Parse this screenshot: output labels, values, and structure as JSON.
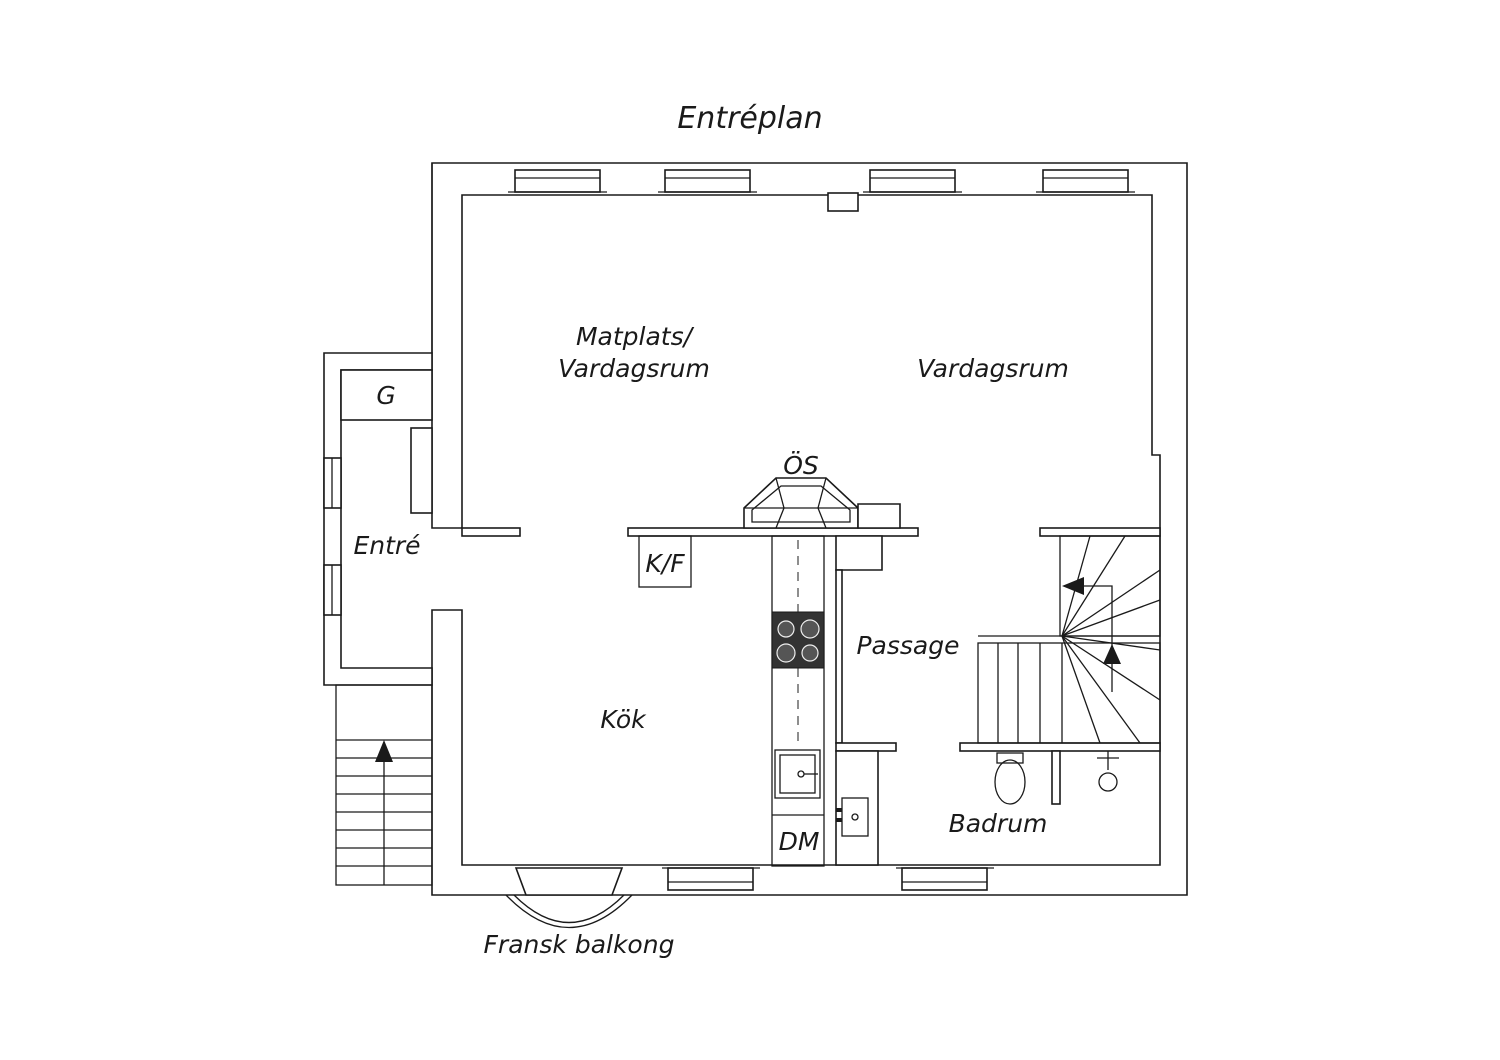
{
  "title": "Entréplan",
  "rooms": {
    "matplats_line1": "Matplats/",
    "matplats_line2": "Vardagsrum",
    "vardagsrum": "Vardagsrum",
    "garderob": "G",
    "entre": "Entré",
    "oppen_spis": "ÖS",
    "kyl_frys": "K/F",
    "kok": "Kök",
    "passage": "Passage",
    "badrum": "Badrum",
    "diskmaskin": "DM",
    "fransk_balkong": "Fransk balkong"
  },
  "colors": {
    "line": "#1a1a1a",
    "background": "#ffffff",
    "stove": "#333333"
  }
}
